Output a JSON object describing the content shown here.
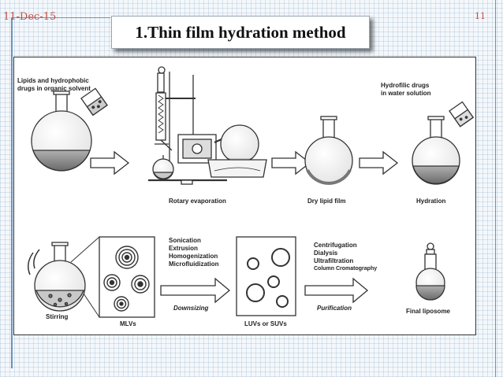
{
  "slide": {
    "date": "11-Dec-15",
    "page_number": "11",
    "title": "1.Thin film hydration method"
  },
  "diagram": {
    "step1_label": [
      "Lipids and hydrophobic",
      "drugs in organic solvent"
    ],
    "rotary_label": "Rotary evaporation",
    "dry_label": "Dry lipid film",
    "hydrophilic_label": [
      "Hydrofilic drugs",
      "in water solution"
    ],
    "hydration_label": "Hydration",
    "stirring_label": "Stirring",
    "downsizing_methods": [
      "Sonication",
      "Extrusion",
      "Homogenization",
      "Microfluidization"
    ],
    "downsizing_label": "Downsizing",
    "mlv_label": "MLVs",
    "purification_methods": [
      "Centrifugation",
      "Dialysis",
      "Ultrafiltration",
      "Column Cromatography"
    ],
    "purification_label": "Purification",
    "luv_label": "LUVs or SUVs",
    "final_label": "Final liposome"
  }
}
